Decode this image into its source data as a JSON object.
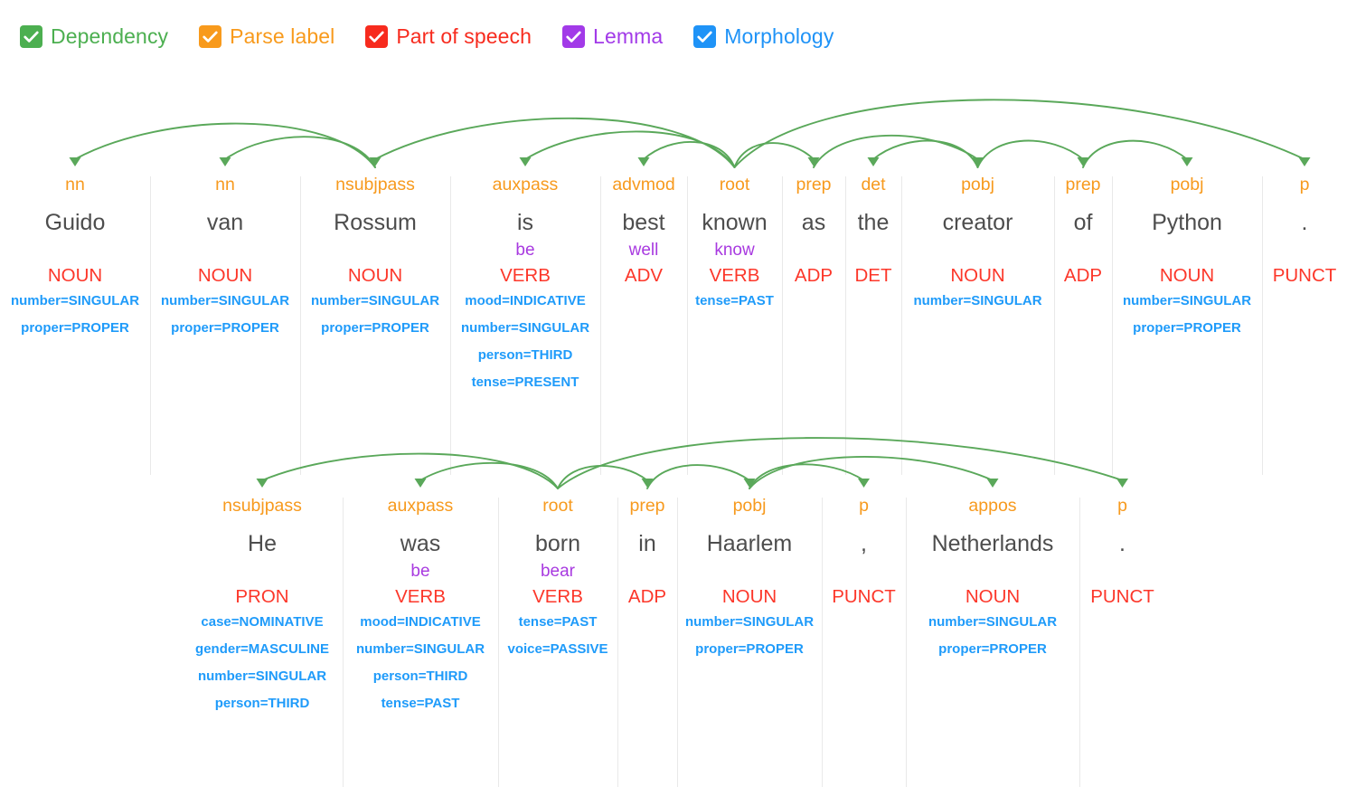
{
  "legend": {
    "items": [
      {
        "label": "Dependency",
        "color": "#4caf50",
        "icon": "checkbox-checked-icon",
        "checked": true
      },
      {
        "label": "Parse label",
        "color": "#f89a1c",
        "icon": "checkbox-checked-icon",
        "checked": true
      },
      {
        "label": "Part of speech",
        "color": "#f72b1e",
        "icon": "checkbox-checked-icon",
        "checked": true
      },
      {
        "label": "Lemma",
        "color": "#a23ae8",
        "icon": "checkbox-checked-icon",
        "checked": true
      },
      {
        "label": "Morphology",
        "color": "#1f93f7",
        "icon": "checkbox-checked-icon",
        "checked": true
      }
    ]
  },
  "colors": {
    "dependency_arc": "#5aa85a",
    "parse_label": "#f79a1e",
    "word": "#4d4d4d",
    "lemma": "#a83ae0",
    "part_of_speech": "#fc372a",
    "morphology": "#1f9bfa",
    "divider": "#e9e9e9"
  },
  "sentences": [
    {
      "text": "Guido van Rossum is best known as the creator of Python .",
      "tokens": [
        {
          "dep": "nn",
          "word": "Guido",
          "lemma": "",
          "pos": "NOUN",
          "morph": [
            "number=SINGULAR",
            "proper=PROPER"
          ],
          "width": 166
        },
        {
          "dep": "nn",
          "word": "van",
          "lemma": "",
          "pos": "NOUN",
          "morph": [
            "number=SINGULAR",
            "proper=PROPER"
          ],
          "width": 166
        },
        {
          "dep": "nsubjpass",
          "word": "Rossum",
          "lemma": "",
          "pos": "NOUN",
          "morph": [
            "number=SINGULAR",
            "proper=PROPER"
          ],
          "width": 166
        },
        {
          "dep": "auxpass",
          "word": "is",
          "lemma": "be",
          "pos": "VERB",
          "morph": [
            "mood=INDICATIVE",
            "number=SINGULAR",
            "person=THIRD",
            "tense=PRESENT"
          ],
          "width": 166
        },
        {
          "dep": "advmod",
          "word": "best",
          "lemma": "well",
          "pos": "ADV",
          "morph": [],
          "width": 96
        },
        {
          "dep": "root",
          "word": "known",
          "lemma": "know",
          "pos": "VERB",
          "morph": [
            "tense=PAST"
          ],
          "width": 105
        },
        {
          "dep": "prep",
          "word": "as",
          "lemma": "",
          "pos": "ADP",
          "morph": [],
          "width": 70
        },
        {
          "dep": "det",
          "word": "the",
          "lemma": "",
          "pos": "DET",
          "morph": [],
          "width": 62
        },
        {
          "dep": "pobj",
          "word": "creator",
          "lemma": "",
          "pos": "NOUN",
          "morph": [
            "number=SINGULAR"
          ],
          "width": 169
        },
        {
          "dep": "prep",
          "word": "of",
          "lemma": "",
          "pos": "ADP",
          "morph": [],
          "width": 64
        },
        {
          "dep": "pobj",
          "word": "Python",
          "lemma": "",
          "pos": "NOUN",
          "morph": [
            "number=SINGULAR",
            "proper=PROPER"
          ],
          "width": 166
        },
        {
          "dep": "p",
          "word": ".",
          "lemma": "",
          "pos": "PUNCT",
          "morph": [],
          "width": 94
        }
      ],
      "arcs": [
        {
          "from": 2,
          "to": 0,
          "label": "nn"
        },
        {
          "from": 2,
          "to": 1,
          "label": "nn"
        },
        {
          "from": 5,
          "to": 2,
          "label": "nsubjpass"
        },
        {
          "from": 5,
          "to": 3,
          "label": "auxpass"
        },
        {
          "from": 5,
          "to": 4,
          "label": "advmod"
        },
        {
          "from": 5,
          "to": 6,
          "label": "prep"
        },
        {
          "from": 8,
          "to": 7,
          "label": "det"
        },
        {
          "from": 6,
          "to": 8,
          "label": "pobj"
        },
        {
          "from": 8,
          "to": 9,
          "label": "prep"
        },
        {
          "from": 9,
          "to": 10,
          "label": "pobj"
        },
        {
          "from": 5,
          "to": 11,
          "label": "p"
        }
      ]
    },
    {
      "text": "He was born in Haarlem , Netherlands .",
      "tokens": [
        {
          "dep": "nsubjpass",
          "word": "He",
          "lemma": "",
          "pos": "PRON",
          "morph": [
            "case=NOMINATIVE",
            "gender=MASCULINE",
            "number=SINGULAR",
            "person=THIRD"
          ],
          "width": 178
        },
        {
          "dep": "auxpass",
          "word": "was",
          "lemma": "be",
          "pos": "VERB",
          "morph": [
            "mood=INDICATIVE",
            "number=SINGULAR",
            "person=THIRD",
            "tense=PAST"
          ],
          "width": 172
        },
        {
          "dep": "root",
          "word": "born",
          "lemma": "bear",
          "pos": "VERB",
          "morph": [
            "tense=PAST",
            "voice=PASSIVE"
          ],
          "width": 132
        },
        {
          "dep": "prep",
          "word": "in",
          "lemma": "",
          "pos": "ADP",
          "morph": [],
          "width": 66
        },
        {
          "dep": "pobj",
          "word": "Haarlem",
          "lemma": "",
          "pos": "NOUN",
          "morph": [
            "number=SINGULAR",
            "proper=PROPER"
          ],
          "width": 160
        },
        {
          "dep": "p",
          "word": ",",
          "lemma": "",
          "pos": "PUNCT",
          "morph": [],
          "width": 93
        },
        {
          "dep": "appos",
          "word": "Netherlands",
          "lemma": "",
          "pos": "NOUN",
          "morph": [
            "number=SINGULAR",
            "proper=PROPER"
          ],
          "width": 192
        },
        {
          "dep": "p",
          "word": ".",
          "lemma": "",
          "pos": "PUNCT",
          "morph": [],
          "width": 95
        }
      ],
      "arcs": [
        {
          "from": 2,
          "to": 0,
          "label": "nsubjpass"
        },
        {
          "from": 2,
          "to": 1,
          "label": "auxpass"
        },
        {
          "from": 2,
          "to": 3,
          "label": "prep"
        },
        {
          "from": 3,
          "to": 4,
          "label": "pobj"
        },
        {
          "from": 4,
          "to": 5,
          "label": "p"
        },
        {
          "from": 4,
          "to": 6,
          "label": "appos"
        },
        {
          "from": 2,
          "to": 7,
          "label": "p"
        }
      ]
    }
  ]
}
